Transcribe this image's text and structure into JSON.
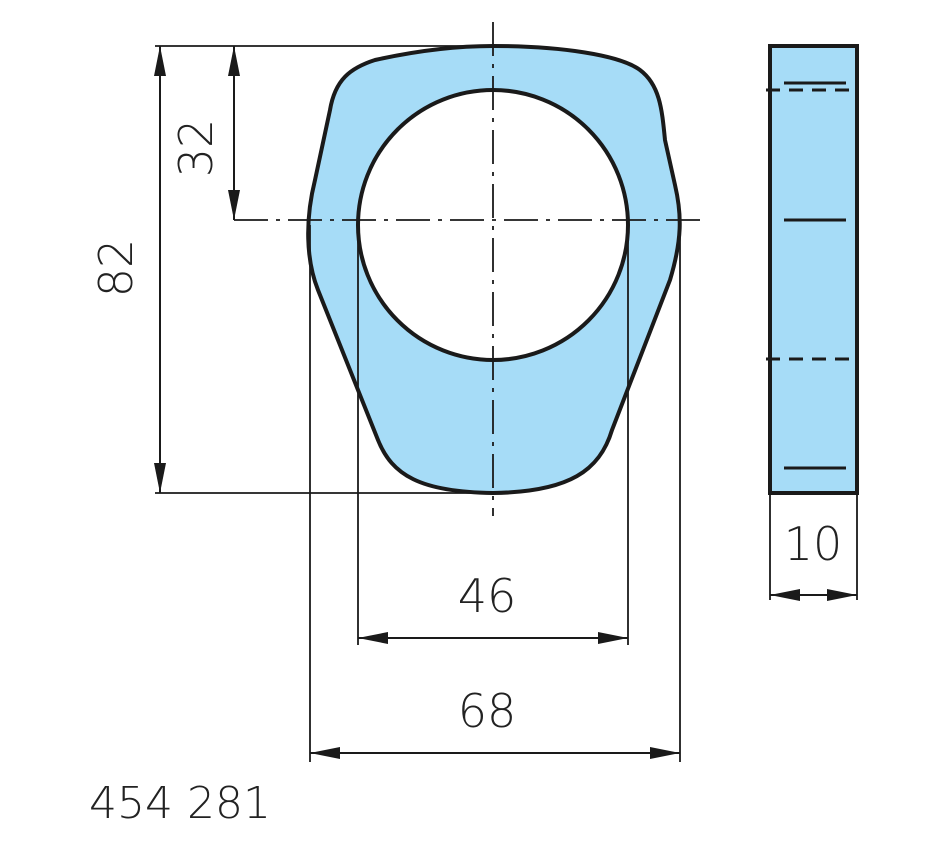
{
  "drawing": {
    "part_number": "454 281",
    "fill_color": "#a6dcf7",
    "line_color": "#1a1a1a",
    "dimensions": {
      "overall_height": "82",
      "center_height": "32",
      "bore_diameter": "46",
      "overall_width": "68",
      "thickness": "10"
    }
  }
}
